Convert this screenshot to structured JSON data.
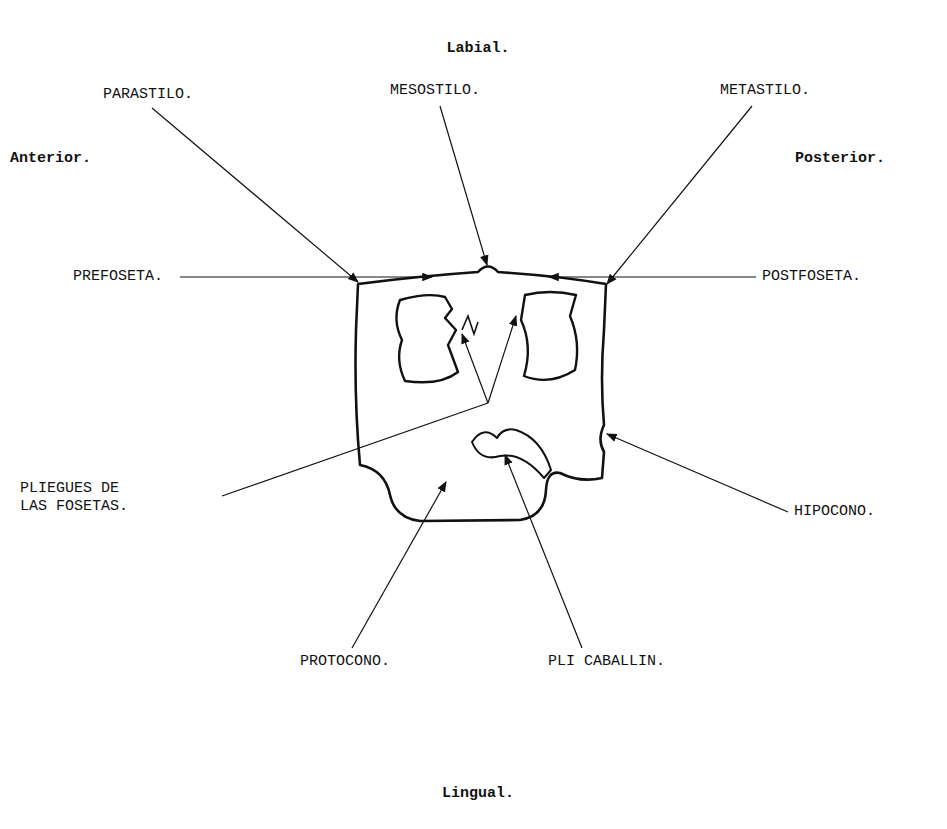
{
  "diagram": {
    "labels": [
      "Labial.",
      "PARASTILO.",
      "MESOSTILO.",
      "METASTILO.",
      "Anterior.",
      "Posterior.",
      "PREFOSETA.",
      "POSTFOSETA.",
      "PLIEGUES DE LAS FOSETAS.",
      "HIPOCONO.",
      "PROTOCONO.",
      "PLI CABALLIN.",
      "Lingual."
    ]
  }
}
